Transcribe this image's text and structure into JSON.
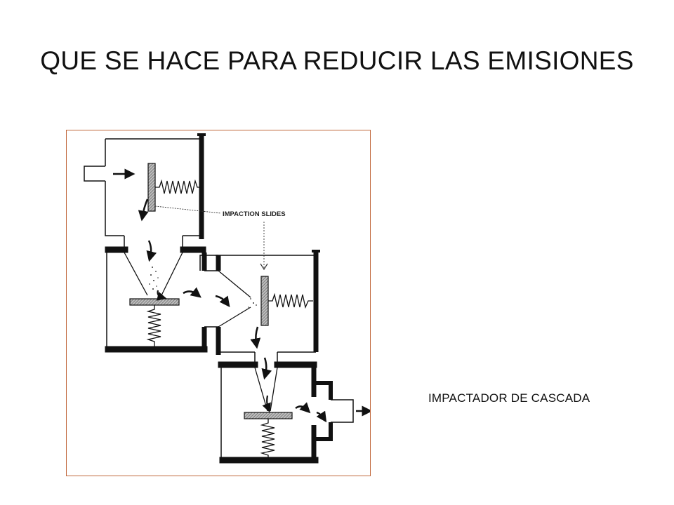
{
  "slide": {
    "title": "QUE SE HACE PARA REDUCIR LAS EMISIONES",
    "caption": "IMPACTADOR DE CASCADA"
  },
  "diagram": {
    "label_impaction_slides": "IMPACTION SLIDES",
    "colors": {
      "frame_border": "#c0663a",
      "wall": "#111111",
      "slide_fill": "#8a8a8a"
    }
  }
}
